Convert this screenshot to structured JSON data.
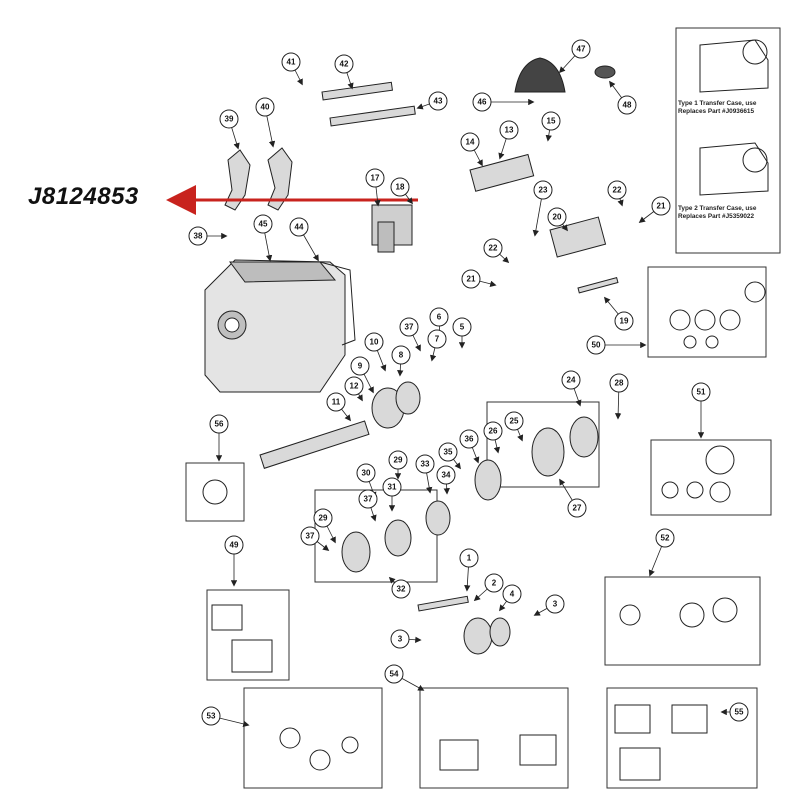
{
  "part_number": "J8124853",
  "colors": {
    "arrow": "#c8231e",
    "line": "#222222",
    "part_fill": "#d9d9d9",
    "box": "#333333"
  },
  "notes": [
    "Type 1 Transfer Case, use Replaces Part #J0936615",
    "Type 2 Transfer Case, use Replaces Part #J5359022"
  ],
  "callouts": [
    "1",
    "2",
    "3",
    "3",
    "4",
    "5",
    "6",
    "7",
    "8",
    "9",
    "10",
    "11",
    "12",
    "13",
    "14",
    "15",
    "17",
    "18",
    "19",
    "20",
    "21",
    "21",
    "22",
    "22",
    "23",
    "24",
    "25",
    "26",
    "27",
    "28",
    "29",
    "29",
    "30",
    "31",
    "32",
    "33",
    "34",
    "35",
    "36",
    "37",
    "37",
    "37",
    "38",
    "39",
    "40",
    "41",
    "42",
    "43",
    "44",
    "45",
    "46",
    "47",
    "48",
    "49",
    "50",
    "51",
    "52",
    "53",
    "54",
    "55",
    "56"
  ]
}
